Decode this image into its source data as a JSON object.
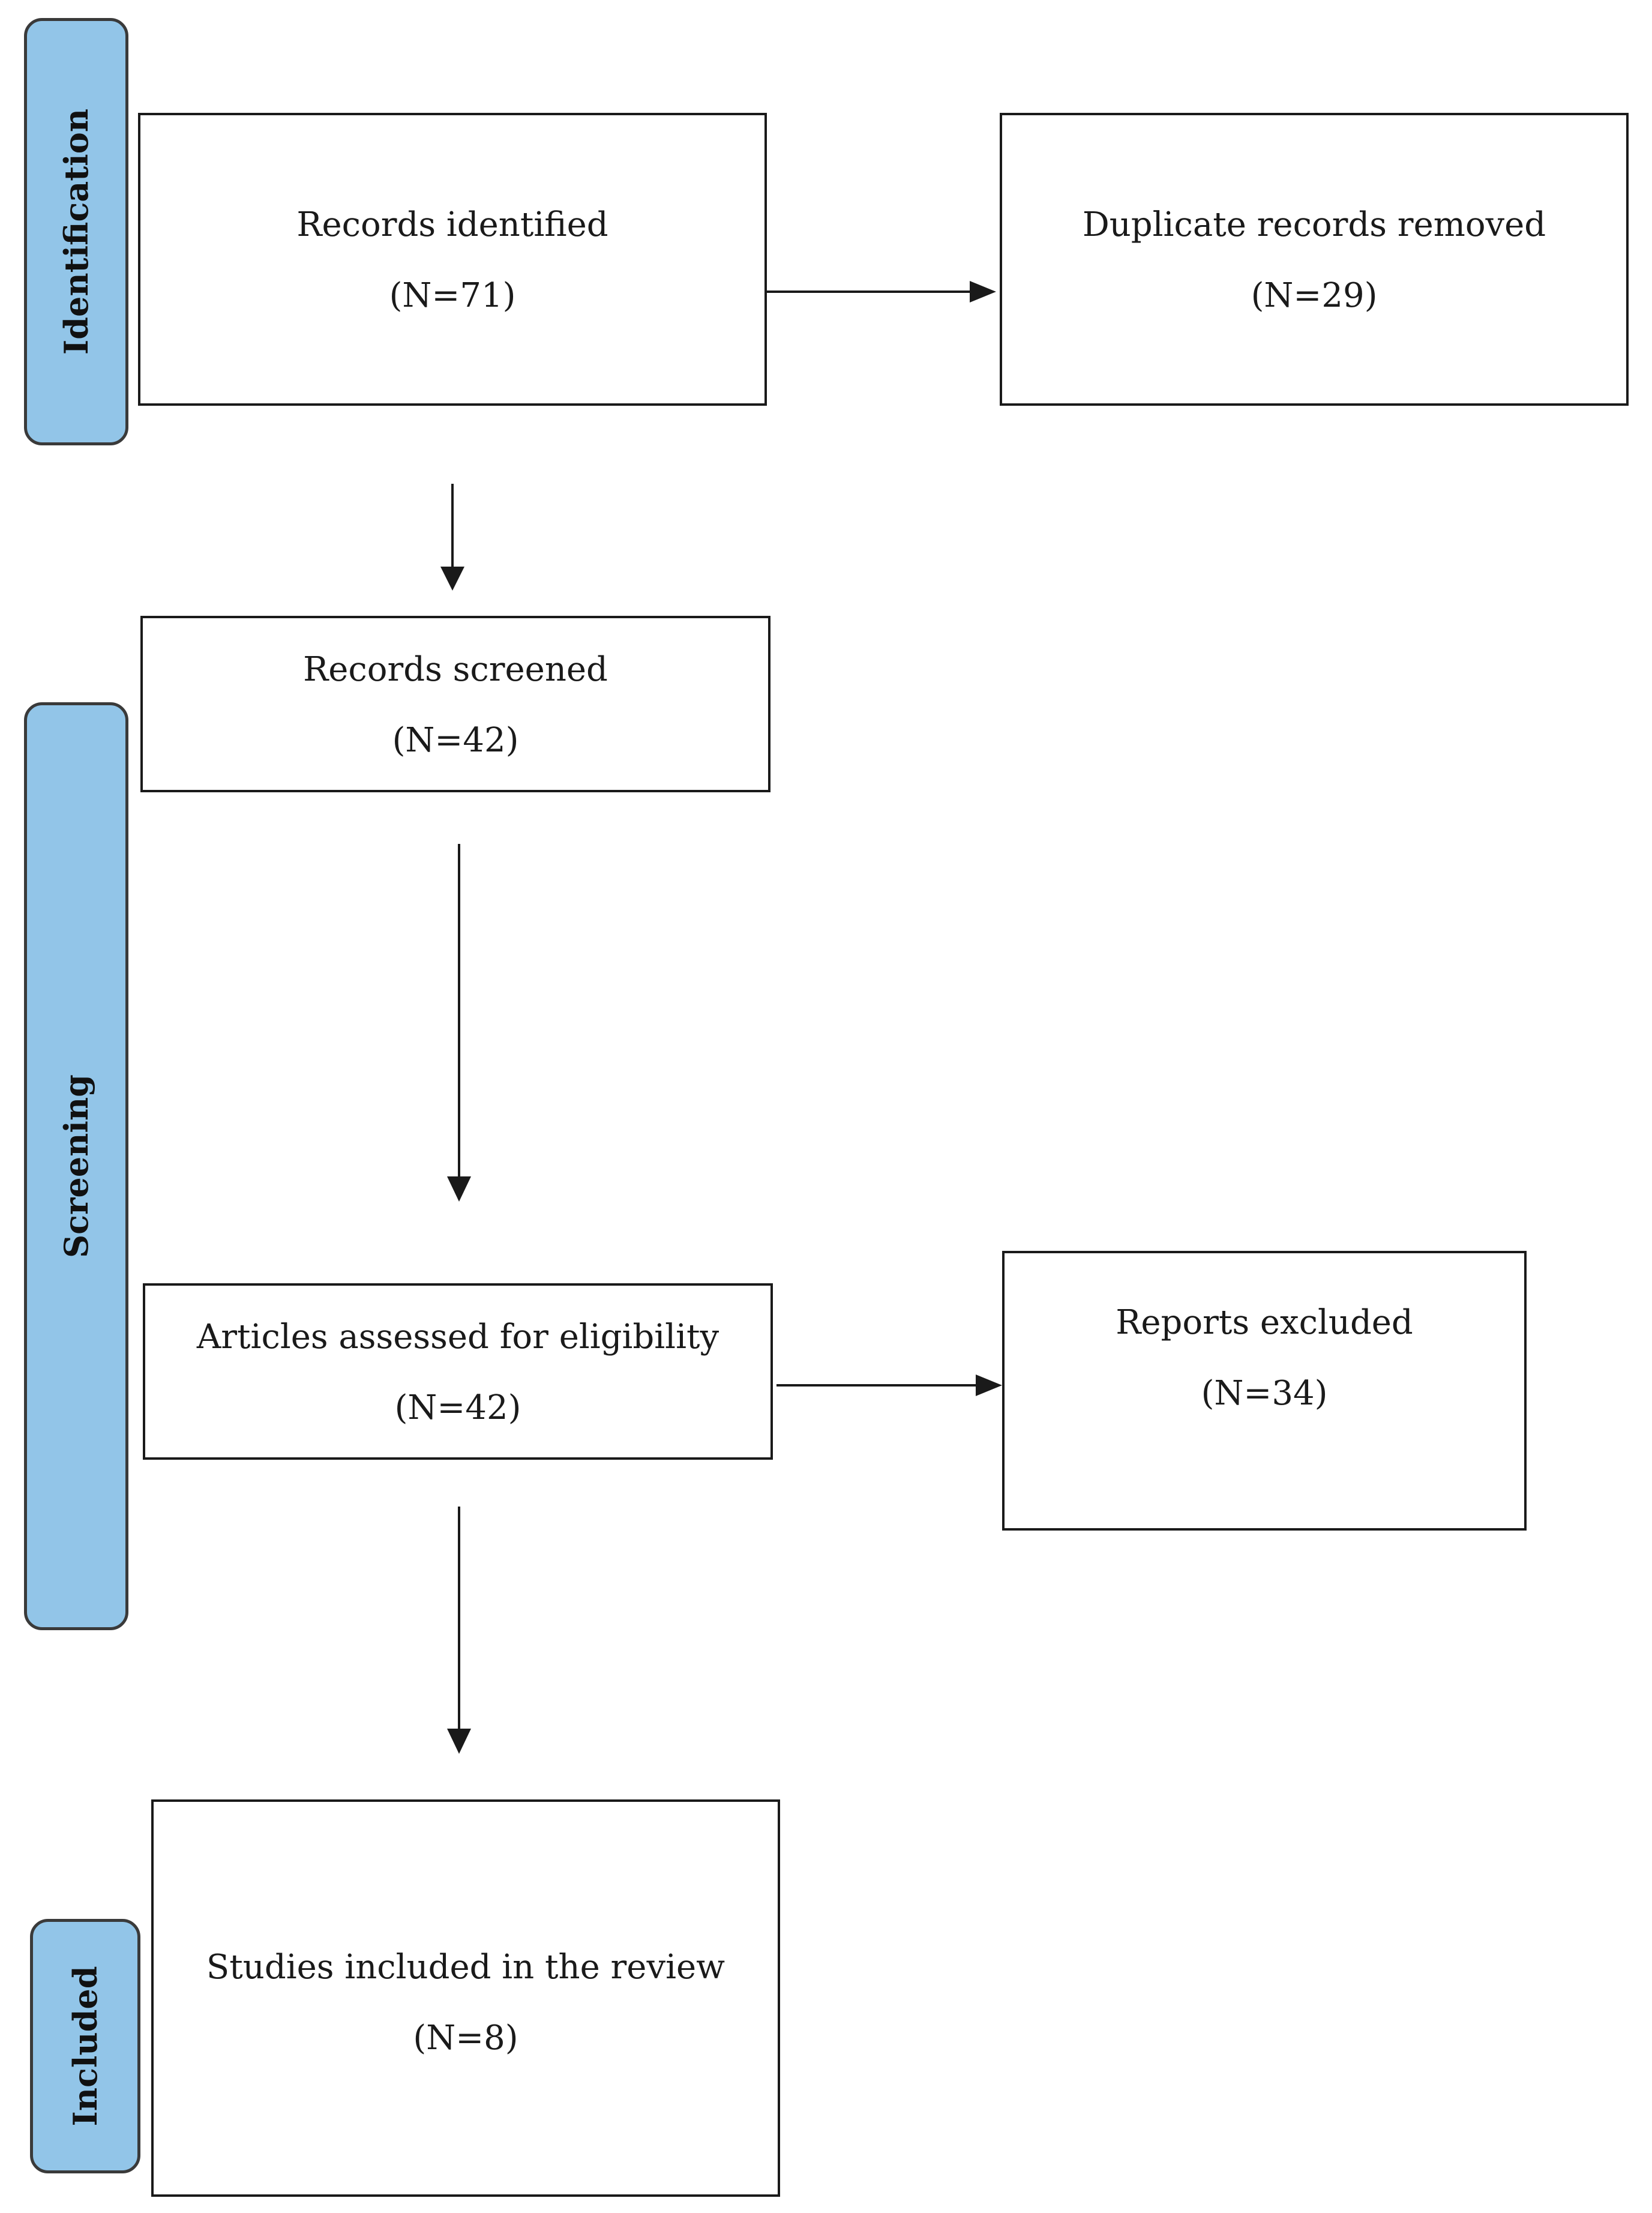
{
  "stages": {
    "identification": "Identification",
    "screening": "Screening",
    "included": "Included"
  },
  "boxes": {
    "records_identified": {
      "title": "Records identified",
      "count": "(N=71)"
    },
    "duplicates_removed": {
      "title": "Duplicate records removed",
      "count": "(N=29)"
    },
    "records_screened": {
      "title": "Records screened",
      "count": "(N=42)"
    },
    "articles_assessed": {
      "title": "Articles assessed for eligibility",
      "count": "(N=42)"
    },
    "reports_excluded": {
      "title": "Reports excluded",
      "count": "(N=34)"
    },
    "studies_included": {
      "title": "Studies included in the review",
      "count": "(N=8)"
    }
  },
  "colors": {
    "stage_fill": "#92c5e8",
    "stage_border": "#3a3a3a",
    "line": "#1a1a1a"
  }
}
